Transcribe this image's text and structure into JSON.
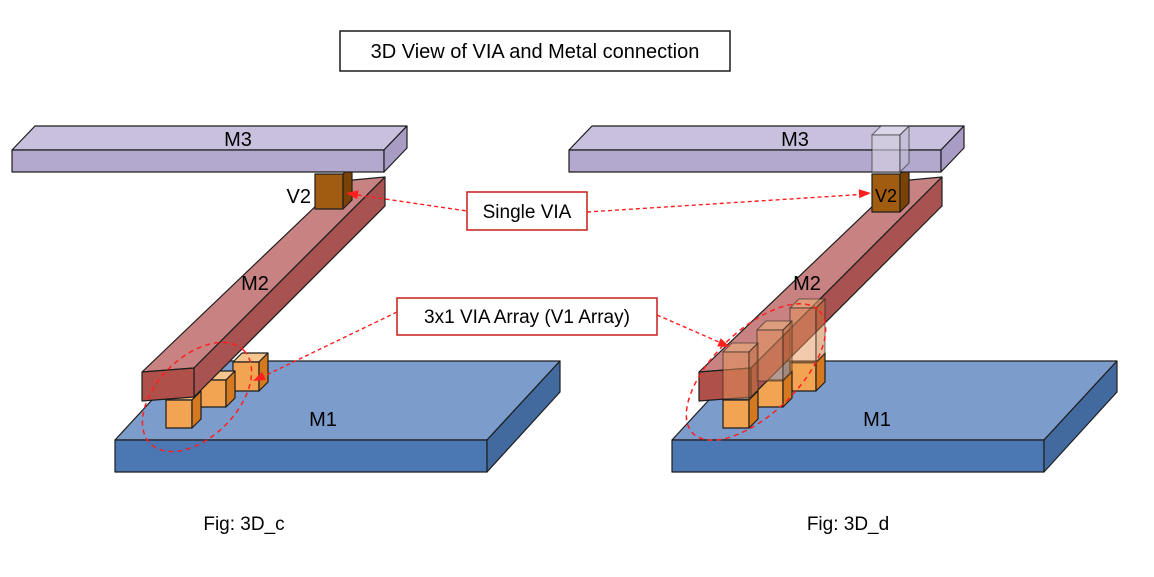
{
  "title": "3D View of VIA and Metal connection",
  "annotations": {
    "single_via": "Single VIA",
    "via_array": "3x1 VIA Array (V1 Array)"
  },
  "figures": {
    "left": {
      "caption": "Fig: 3D_c",
      "m1": "M1",
      "m2": "M2",
      "m3": "M3",
      "v2": "V2"
    },
    "right": {
      "caption": "Fig: 3D_d",
      "m1": "M1",
      "m2": "M2",
      "m3": "M3",
      "v2": "V2"
    }
  },
  "colors": {
    "bg": "#FFFFFF",
    "text": "#000000",
    "outline": "#1D1D1D",
    "title_border": "#1A1A1A",
    "m3_top": "#C9C0DE",
    "m3_front": "#B3A8CD",
    "m3_side": "#A89CC5",
    "m2_top": "#C98282",
    "m2_side": "#A85252",
    "m2_end": "#B0504A",
    "m1_top": "#7C9CCB",
    "m1_front": "#4B77B3",
    "m1_side": "#426A9F",
    "v2_front": "#A05C10",
    "v2_side": "#7A4206",
    "v1_front": "#F2A453",
    "v1_side": "#D4791F",
    "v1_top": "#F7C68E",
    "ghost_via": "#D6D2E2",
    "ghost_cap_top": "#E6E3F0",
    "ghost_cap_side": "#C4BED6",
    "ghost_v1": "#E8965A",
    "ghost_v1_top": "#F2B878",
    "ghost_v1_side": "#C97838",
    "red_line": "#FF1F1F",
    "red_box_border": "#CC2B28"
  }
}
